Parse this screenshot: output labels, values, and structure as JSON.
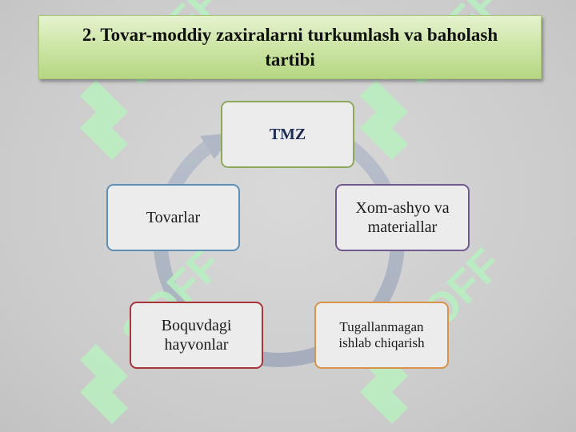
{
  "title": "2. Tovar-moddiy zaxiralarni turkumlash va baholash tartibi",
  "watermark_text": "SOFF",
  "diagram": {
    "type": "cycle",
    "nodes": [
      {
        "id": "tmz",
        "label": "TMZ",
        "border_color": "#8da85a"
      },
      {
        "id": "xom",
        "label": "Xom-ashyo va\nmateriallar",
        "border_color": "#6f5a90"
      },
      {
        "id": "tug",
        "label": "Tugallanmagan\nishlab chiqarish",
        "border_color": "#d7944a"
      },
      {
        "id": "boq",
        "label": "Boquvdagi\nhayvonlar",
        "border_color": "#a8343c"
      },
      {
        "id": "tov",
        "label": "Tovarlar",
        "border_color": "#5f8fb4"
      }
    ],
    "arrow_color": "#aeb6c4"
  },
  "colors": {
    "title_bg": "#cfe6a9",
    "background": "#cfcfcf",
    "watermark": "#b8f0c0"
  }
}
